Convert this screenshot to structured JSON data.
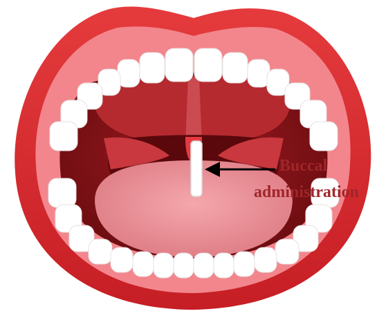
{
  "figure": {
    "label": {
      "line1": "Buccal",
      "line2": "administration"
    },
    "colors": {
      "label": "#a0262a",
      "lips": "#d7262a",
      "inner_mouth": "#8c1419",
      "tongue": "#ee8f96",
      "teeth": "#ffffff",
      "arrow": "#000000"
    },
    "icons": [
      "mouth-illustration",
      "arrow-left-icon",
      "buccal-tablet"
    ]
  }
}
